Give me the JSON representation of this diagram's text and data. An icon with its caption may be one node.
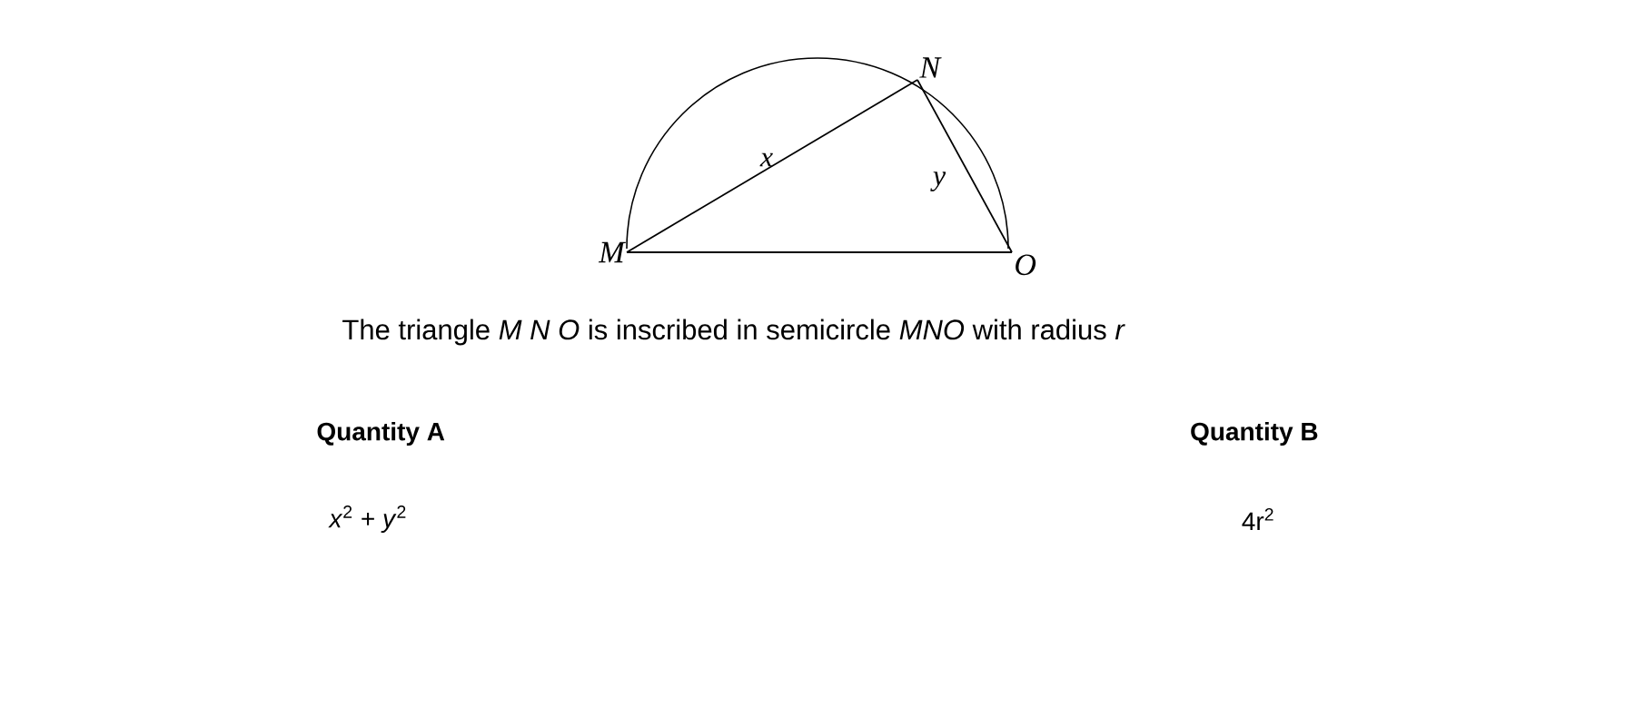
{
  "diagram": {
    "nodes": [
      {
        "text": [
          "M"
        ]
      },
      {
        "text": [
          "N"
        ]
      },
      {
        "text": [
          "O"
        ]
      }
    ],
    "edges": [
      {
        "from": 0,
        "to": 1,
        "arrow": "none",
        "label": "x"
      },
      {
        "from": 1,
        "to": 2,
        "arrow": "none",
        "label": "y"
      },
      {
        "from": 0,
        "to": 2,
        "arrow": "none"
      }
    ],
    "labels": [
      "The triangle *M N O* is inscribed in semicircle *MNO* with radius *r*",
      "Quantity A",
      "Quantity B",
      "*x*$^{2}$ + *y*$^{2}$",
      "4r$^{2}$"
    ]
  }
}
